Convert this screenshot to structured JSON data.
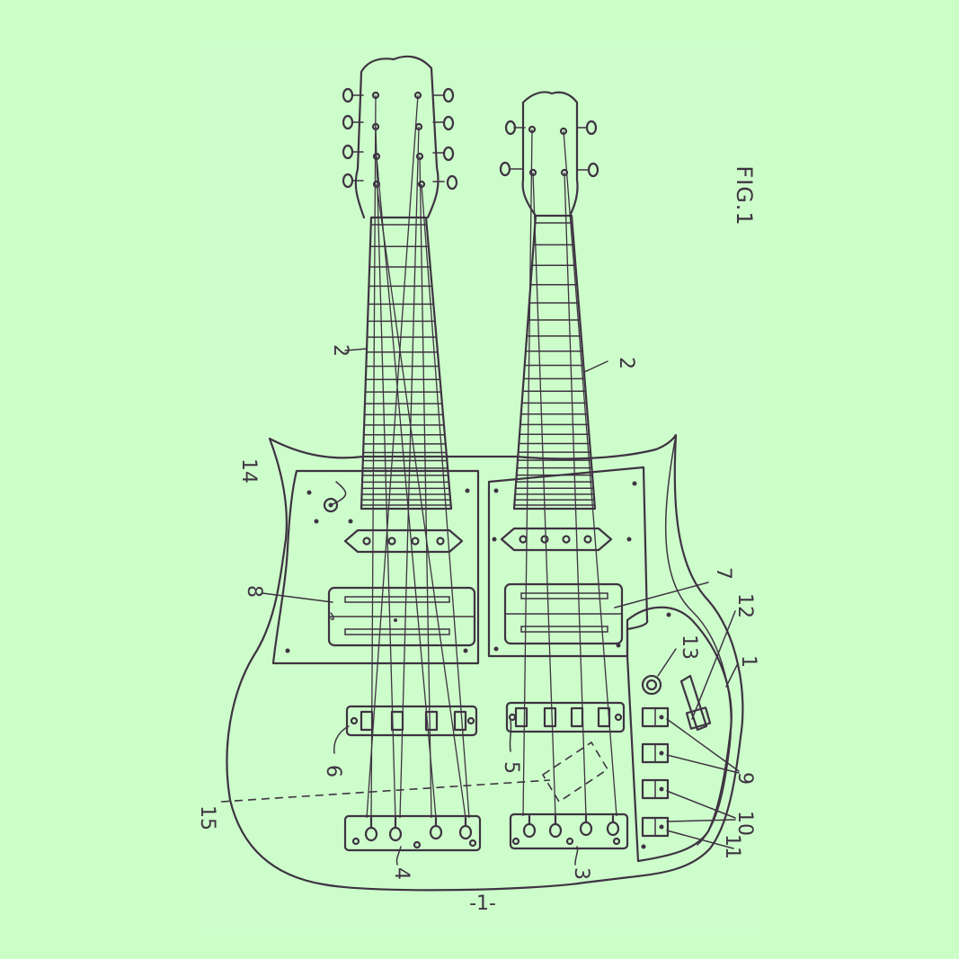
{
  "figure": {
    "title": "FIG.1",
    "page_marker": "-1-"
  },
  "callouts": {
    "body": "1",
    "neck_left": "2",
    "neck_right": "2",
    "tailpiece_right": "3",
    "tailpiece_left": "4",
    "bridge_right": "5",
    "bridge_left": "6",
    "pickup_right": "7",
    "pickup_left": "8",
    "switches": "9",
    "switch_pair": "10",
    "lower_switch": "11",
    "slider": "12",
    "knob": "13",
    "jack": "14",
    "dashed_line": "15"
  },
  "colors": {
    "background": "#ccffc8",
    "ink": "#3e3342"
  }
}
